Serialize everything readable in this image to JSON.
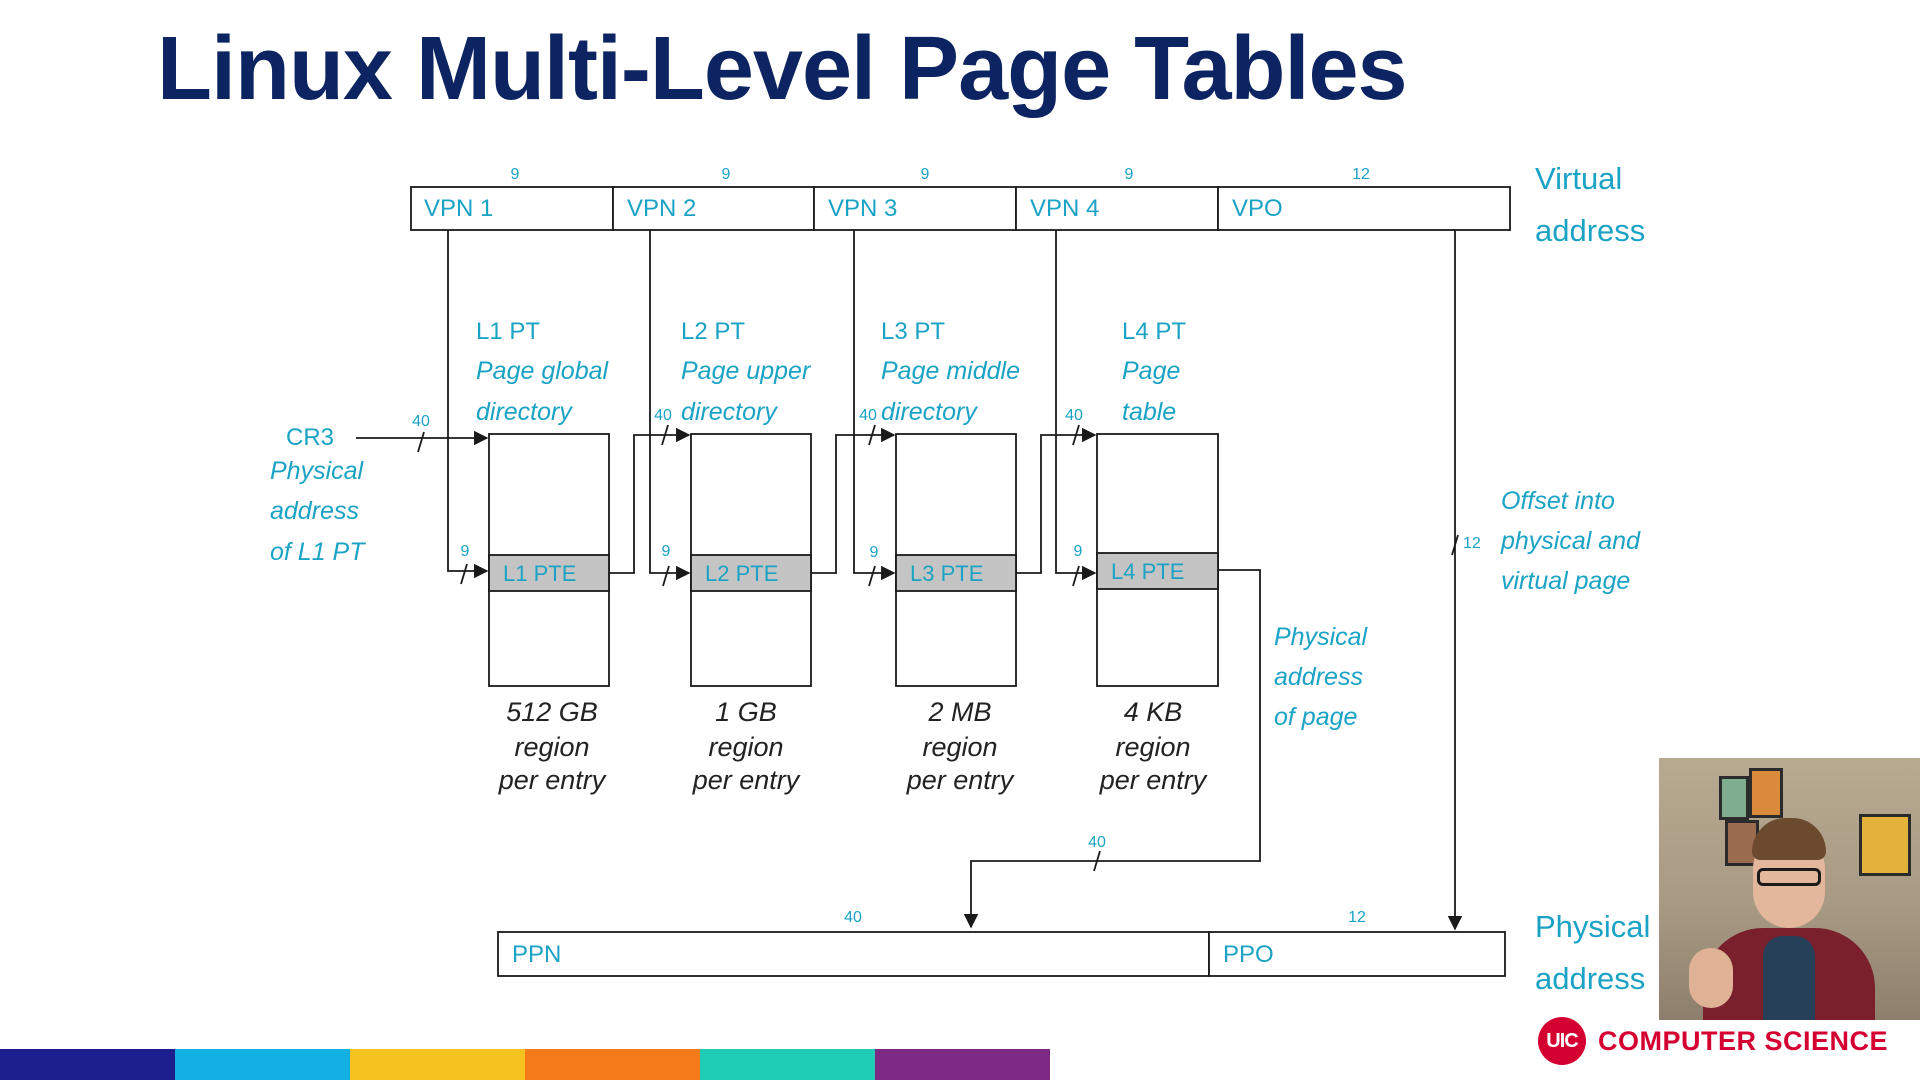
{
  "title": "Linux Multi-Level Page Tables",
  "virtual_address": {
    "fields": [
      {
        "label": "VPN 1",
        "bits": "9"
      },
      {
        "label": "VPN 2",
        "bits": "9"
      },
      {
        "label": "VPN 3",
        "bits": "9"
      },
      {
        "label": "VPN 4",
        "bits": "9"
      },
      {
        "label": "VPO",
        "bits": "12"
      }
    ],
    "label_line1": "Virtual",
    "label_line2": "address"
  },
  "cr3": {
    "label": "CR3",
    "desc_line1": "Physical",
    "desc_line2": "address",
    "desc_line3": "of L1 PT",
    "bits": "40"
  },
  "levels": [
    {
      "pt": "L1 PT",
      "desc_line1": "Page global",
      "desc_line2": "directory",
      "pte": "L1 PTE",
      "in_bits": "40",
      "index_bits": "9",
      "region_line1": "512 GB",
      "region_line2": "region",
      "region_line3": "per entry"
    },
    {
      "pt": "L2 PT",
      "desc_line1": "Page upper",
      "desc_line2": "directory",
      "pte": "L2 PTE",
      "in_bits": "40",
      "index_bits": "9",
      "region_line1": "1 GB",
      "region_line2": "region",
      "region_line3": "per entry"
    },
    {
      "pt": "L3 PT",
      "desc_line1": "Page middle",
      "desc_line2": "directory",
      "pte": "L3 PTE",
      "in_bits": "40",
      "index_bits": "9",
      "region_line1": "2 MB",
      "region_line2": "region",
      "region_line3": "per entry"
    },
    {
      "pt": "L4 PT",
      "desc_line1": "Page",
      "desc_line2": "table",
      "pte": "L4 PTE",
      "in_bits": "40",
      "index_bits": "9",
      "region_line1": "4 KB",
      "region_line2": "region",
      "region_line3": "per entry"
    }
  ],
  "page_physical_address": {
    "line1": "Physical",
    "line2": "address",
    "line3": "of page",
    "bits": "40"
  },
  "offset_note": {
    "line1": "Offset into",
    "line2": "physical and",
    "line3": "virtual page",
    "bits": "12"
  },
  "physical_address": {
    "fields": [
      {
        "label": "PPN",
        "bits": "40"
      },
      {
        "label": "PPO",
        "bits": "12"
      }
    ],
    "label_line1": "Physical",
    "label_line2": "address"
  },
  "brand": {
    "logo_text": "UIC",
    "name": "COMPUTER SCIENCE"
  },
  "colors": {
    "title": "#0c2461",
    "annotation": "#1aa3c5",
    "pte_fill": "#c4c4c4",
    "brand_red": "#d50032",
    "strip": [
      "#1e1f8f",
      "#13b0e3",
      "#f5c21f",
      "#f47a1a",
      "#1fcdb6",
      "#7c2a83"
    ]
  }
}
